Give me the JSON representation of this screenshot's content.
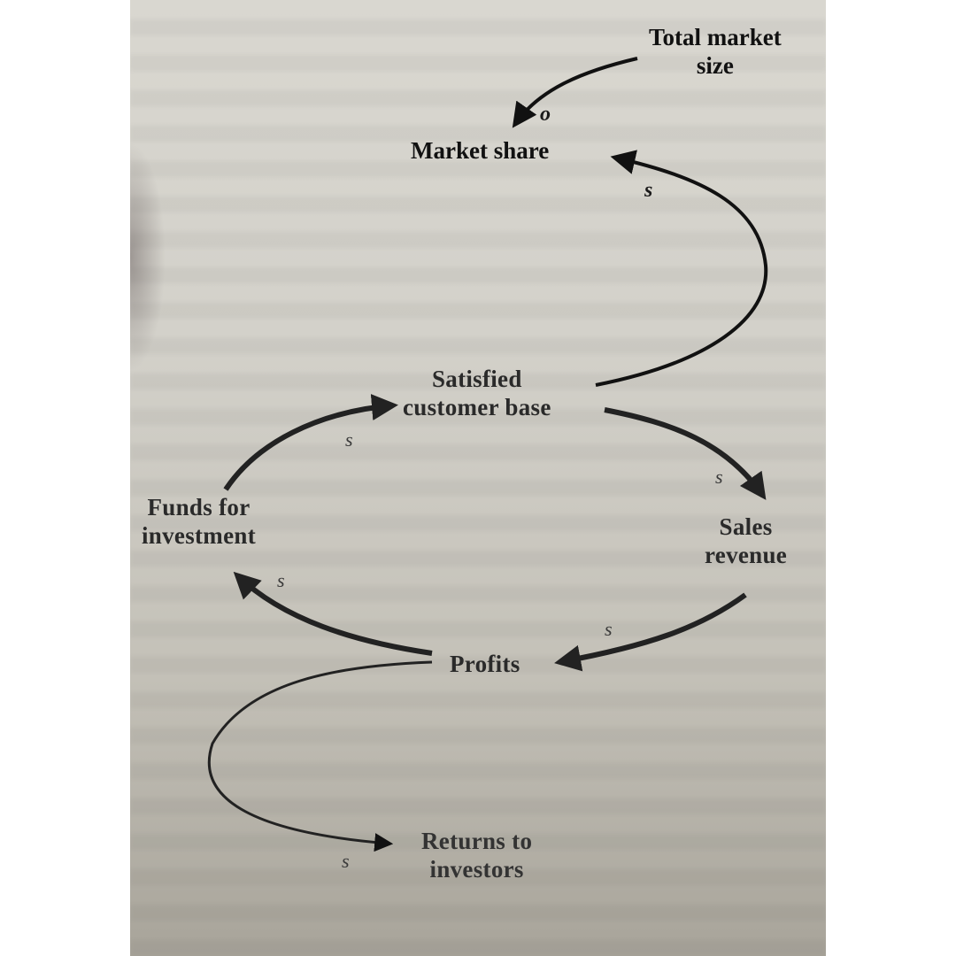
{
  "diagram": {
    "type": "causal-loop",
    "nodes": {
      "total_market_size": "Total market\nsize",
      "market_share": "Market share",
      "satisfied_customer_base": "Satisfied\ncustomer base",
      "sales_revenue": "Sales\nrevenue",
      "profits": "Profits",
      "funds_for_investment": "Funds for\ninvestment",
      "returns_to_investors": "Returns to\ninvestors"
    },
    "node_lines": {
      "total_market_size": [
        "Total market",
        "size"
      ],
      "market_share": [
        "Market share"
      ],
      "satisfied_customer_base": [
        "Satisfied",
        "customer base"
      ],
      "sales_revenue": [
        "Sales",
        "revenue"
      ],
      "profits": [
        "Profits"
      ],
      "funds_for_investment": [
        "Funds for",
        "investment"
      ],
      "returns_to_investors": [
        "Returns to",
        "investors"
      ]
    },
    "edges": [
      {
        "from": "Total market size",
        "to": "Market share",
        "polarity": "o"
      },
      {
        "from": "Satisfied customer base",
        "to": "Market share",
        "polarity": "s"
      },
      {
        "from": "Satisfied customer base",
        "to": "Sales revenue",
        "polarity": "s"
      },
      {
        "from": "Sales revenue",
        "to": "Profits",
        "polarity": "s"
      },
      {
        "from": "Profits",
        "to": "Funds for investment",
        "polarity": "s"
      },
      {
        "from": "Funds for investment",
        "to": "Satisfied customer base",
        "polarity": "s"
      },
      {
        "from": "Profits",
        "to": "Returns to investors",
        "polarity": "s"
      }
    ],
    "polarity_labels": {
      "tms_ms": "o",
      "scb_ms": "s",
      "scb_sr": "s",
      "sr_p": "s",
      "p_ffi": "s",
      "ffi_scb": "s",
      "p_rti": "s"
    },
    "colors": {
      "ink": "#111111",
      "paper": "#d6d4cd",
      "background": "#ffffff"
    }
  }
}
